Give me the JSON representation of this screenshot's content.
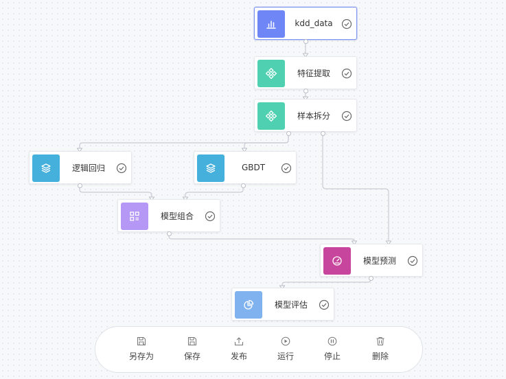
{
  "nodes": {
    "kdd_data": {
      "label": "kdd_data",
      "icon": "bar-chart-icon",
      "color": "#6f87f6"
    },
    "feature_extract": {
      "label": "特征提取",
      "icon": "component-icon",
      "color": "#4fd1b1"
    },
    "sample_split": {
      "label": "样本拆分",
      "icon": "component-icon",
      "color": "#4fd1b1"
    },
    "logistic_regression": {
      "label": "逻辑回归",
      "icon": "layers-icon",
      "color": "#45b0dc"
    },
    "gbdt": {
      "label": "GBDT",
      "icon": "layers-icon",
      "color": "#45b0dc"
    },
    "model_combine": {
      "label": "模型组合",
      "icon": "grid-icon",
      "color": "#b598f6"
    },
    "model_predict": {
      "label": "模型预测",
      "icon": "gauge-icon",
      "color": "#c8459e"
    },
    "model_evaluate": {
      "label": "模型评估",
      "icon": "pie-chart-icon",
      "color": "#7fb2ef"
    }
  },
  "toolbar": {
    "save_as": "另存为",
    "save": "保存",
    "publish": "发布",
    "run": "运行",
    "stop": "停止",
    "delete": "删除"
  },
  "colors": {
    "edge": "#c8ccd4",
    "check": "#666666",
    "selected_border": "#7d94f2"
  }
}
